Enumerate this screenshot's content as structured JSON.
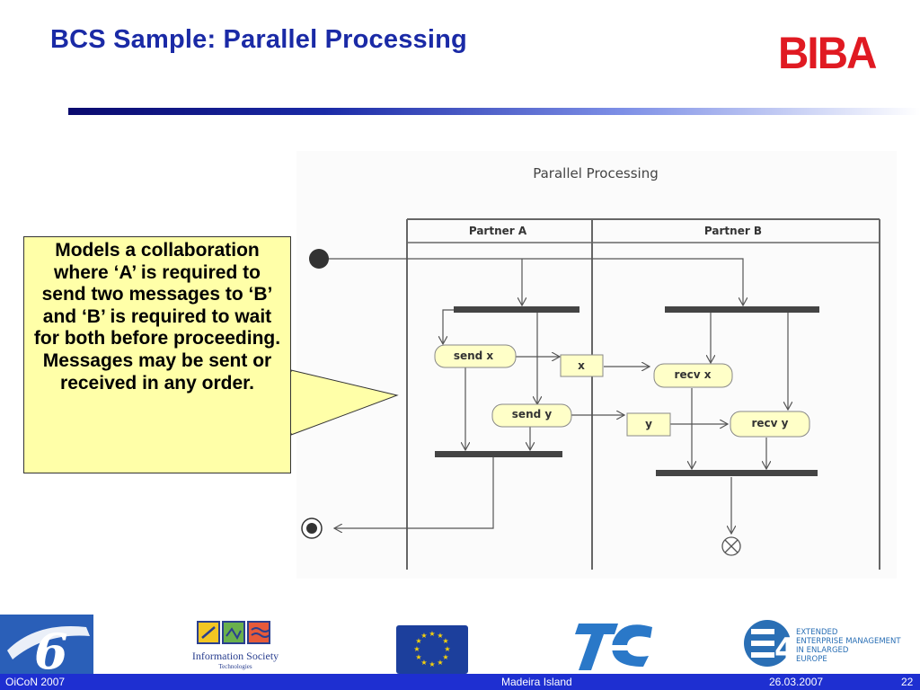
{
  "slide": {
    "title": "BCS Sample: Parallel Processing",
    "logo_text": "BIBA",
    "callout": "Models a collaboration where ‘A’ is required to send two messages to ‘B’ and ‘B’ is required to wait for both before proceeding. Messages may be sent or received in any order."
  },
  "diagram": {
    "title": "Parallel Processing",
    "lane_a": "Partner A",
    "lane_b": "Partner B",
    "send_x": "send x",
    "send_y": "send y",
    "obj_x": "x",
    "obj_y": "y",
    "recv_x": "recv x",
    "recv_y": "recv y"
  },
  "footer": {
    "left": "OiCoN 2007",
    "center": "Madeira Island",
    "date": "26.03.2007",
    "page": "22",
    "info_society_line1": "Information Society",
    "info_society_line2": "Technologies",
    "e4_lines": [
      "EXTENDED",
      "ENTERPRISE MANAGEMENT",
      "IN ENLARGED",
      "EUROPE"
    ]
  },
  "colors": {
    "title": "#1a2aa6",
    "logo": "#e01a22",
    "callout_bg": "#ffffa8",
    "activity_bg": "#ffffc8",
    "bar": "#1e2fd1"
  }
}
